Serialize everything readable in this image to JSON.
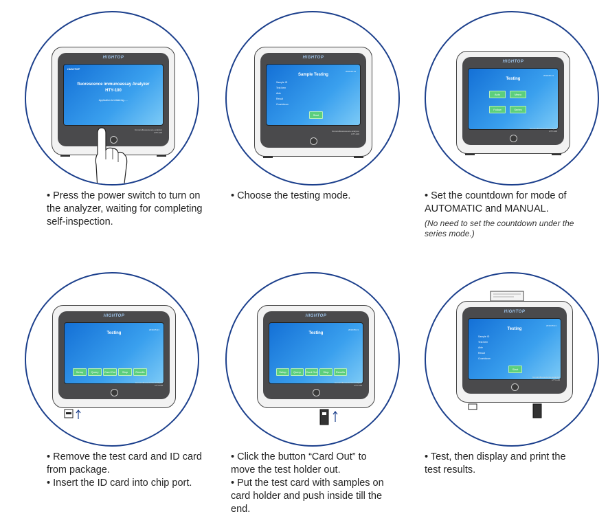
{
  "device": {
    "brand": "HIGHTOP",
    "footer_line1": "Immunofluorescence analyzer",
    "footer_line2": "HTY-100"
  },
  "steps": [
    {
      "screen": {
        "logo": "HIGHTOP",
        "title": "fluorescence immunoassay Analyzer",
        "model": "HTY-100",
        "status": "Application is initializing......"
      },
      "lines": [
        "• Press the power switch to turn on the analyzer, waiting for completing self-inspection."
      ]
    },
    {
      "screen": {
        "title": "Sample Testing",
        "mini": "2019.05.21",
        "items": [
          "Sample ID",
          "Test Item",
          "Able",
          "Result",
          "Countdown"
        ],
        "button": "Start"
      },
      "lines": [
        "• Choose the testing mode."
      ]
    },
    {
      "screen": {
        "title": "Testing",
        "mini": "2019.05.21",
        "buttons": [
          "Auto",
          "Manu",
          "Follow",
          "Series"
        ]
      },
      "lines": [
        "• Set the countdown for mode of AUTOMATIC and MANUAL."
      ],
      "note": "(No need to set the countdown under the series mode.)"
    },
    {
      "screen": {
        "title": "Testing",
        "mini": "2019.05.21",
        "buttons": [
          "Setup",
          "Query",
          "Card Out",
          "Stop",
          "Results"
        ]
      },
      "lines": [
        "• Remove the test card and ID card from package.",
        "• Insert the ID card into chip port."
      ]
    },
    {
      "screen": {
        "title": "Testing",
        "mini": "2019.05.21",
        "buttons": [
          "Setup",
          "Query",
          "Card Out",
          "Stop",
          "Results"
        ]
      },
      "lines": [
        "• Click the button “Card Out” to move the test holder out.",
        "• Put the test card with samples on card holder and push inside till the end."
      ]
    },
    {
      "screen": {
        "title": "Testing",
        "mini": "2019.05.21",
        "items": [
          "Sample ID",
          "Test Item",
          "Able",
          "Result",
          "Countdown"
        ],
        "button": "Start"
      },
      "lines": [
        "• Test, then display and print the test results."
      ]
    }
  ]
}
